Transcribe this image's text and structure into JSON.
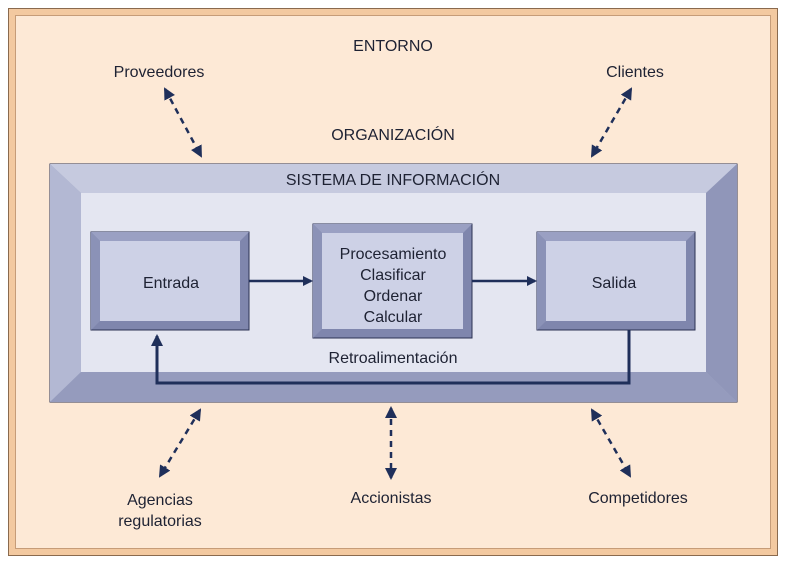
{
  "diagram": {
    "environment_label": "ENTORNO",
    "organization_label": "ORGANIZACIÓN",
    "system_label": "SISTEMA DE INFORMACIÓN",
    "external_entities": {
      "suppliers": "Proveedores",
      "customers": "Clientes",
      "regulators": "Agencias\nregulatorias",
      "stockholders": "Accionistas",
      "competitors": "Competidores"
    },
    "stages": {
      "input": "Entrada",
      "processing": "Procesamiento\nClasificar\nOrdenar\nCalcular",
      "output": "Salida"
    },
    "feedback_label": "Retroalimentación"
  },
  "colors": {
    "background": "#fde9d6",
    "frame_border": "#f3c9a0",
    "system_outer": "#a3a9c8",
    "system_inner": "#e4e6f1",
    "box_face": "#cdd1e6",
    "arrow": "#1f2f5a"
  }
}
